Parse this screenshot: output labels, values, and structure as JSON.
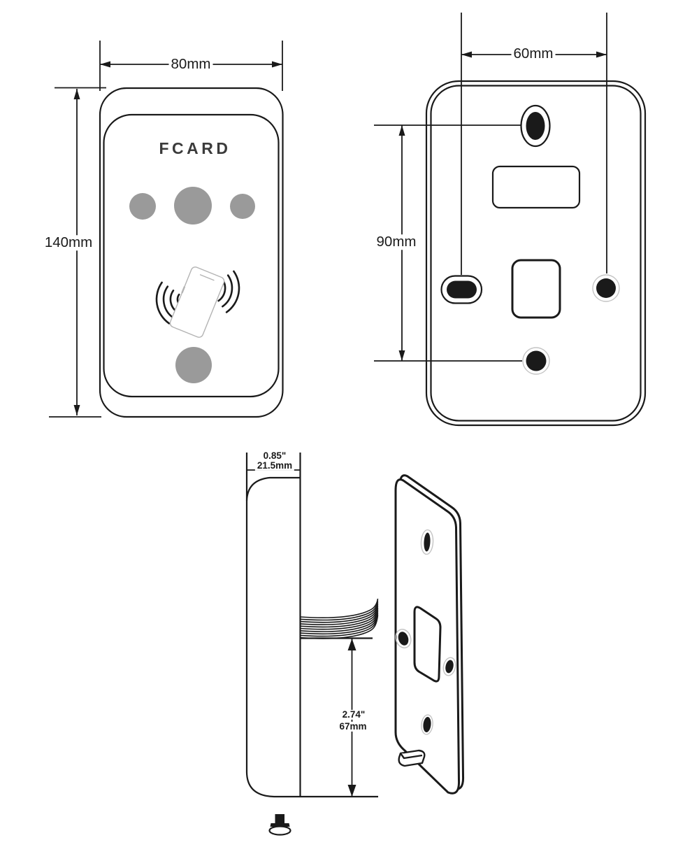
{
  "front_view": {
    "brand": "FCARD",
    "width_label": "80mm",
    "height_label": "140mm"
  },
  "back_view": {
    "hole_spacing_width_label": "60mm",
    "hole_spacing_height_label": "90mm"
  },
  "side_view": {
    "thickness_inch_label": "0.85\"",
    "thickness_mm_label": "21.5mm",
    "cable_offset_inch_label": "2.74\"",
    "cable_offset_mm_label": "67mm"
  },
  "colors": {
    "line": "#1a1a1a",
    "led": "#9a9a9a",
    "brand": "#3b3b3b",
    "phone": "#b3b3b3",
    "ring": "#c4c4c4"
  }
}
